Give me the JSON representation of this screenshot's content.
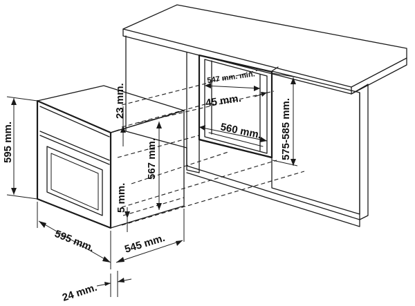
{
  "dimensions": {
    "oven_height": "595 mm.",
    "oven_width": "595 mm.",
    "oven_depth": "545 mm.",
    "front_thickness": "24 mm.",
    "top_gap": "23 mm.",
    "bottom_gap": "5 mm.",
    "niche_height_inner": "567 mm.",
    "niche_depth_min": "547 mm. min.",
    "side_gap": "45 mm.",
    "niche_width": "560 mm.",
    "niche_height": "575-585 mm."
  }
}
